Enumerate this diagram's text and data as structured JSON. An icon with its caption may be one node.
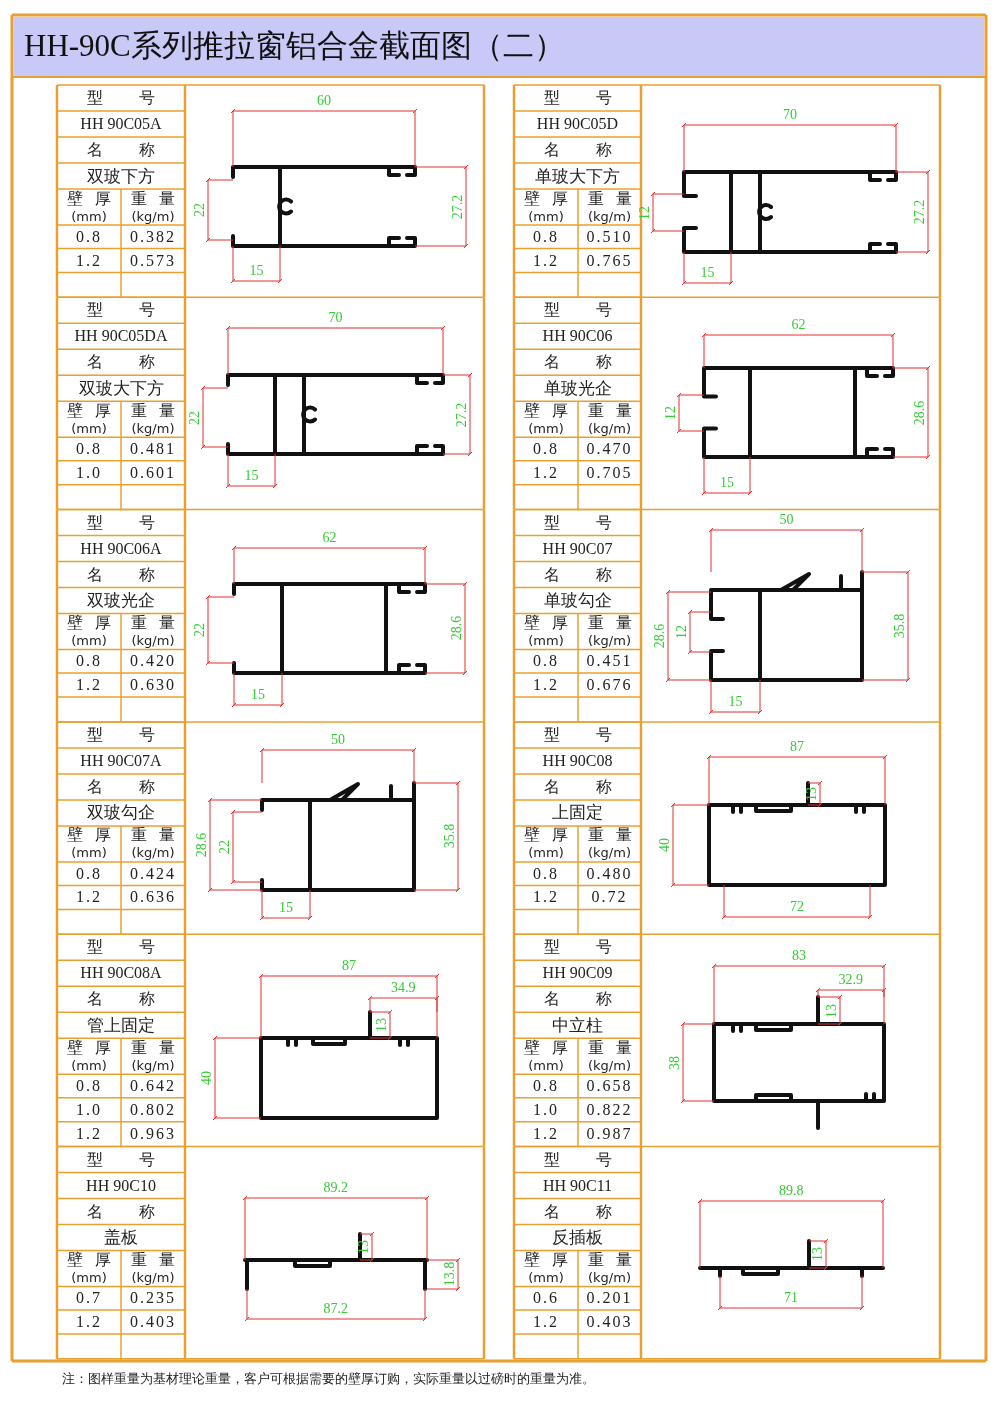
{
  "diagram": {
    "title": "HH-90C系列推拉窗铝合金截面图（二）",
    "caption": "注：图样重量为基材理论重量，客户可根据需要的壁厚订购，实际重量以过磅时的重量为准。",
    "labels": [
      "型号",
      "HH 90C05A",
      "名称",
      "双玻下方",
      "壁厚",
      "(mm)",
      "重量",
      "(kg/m)",
      "0.8",
      "0.382",
      "1.2",
      "0.573",
      "60",
      "22",
      "27.2",
      "15",
      "型号",
      "HH 90C05D",
      "名称",
      "单玻大下方",
      "壁厚",
      "(mm)",
      "重量",
      "(kg/m)",
      "0.8",
      "0.510",
      "1.2",
      "0.765",
      "70",
      "12",
      "27.2",
      "15",
      "型号",
      "HH 90C05DA",
      "名称",
      "双玻大下方",
      "壁厚",
      "(mm)",
      "重量",
      "(kg/m)",
      "0.8",
      "0.481",
      "1.0",
      "0.601",
      "70",
      "22",
      "27.2",
      "15",
      "型号",
      "HH 90C06",
      "名称",
      "单玻光企",
      "壁厚",
      "(mm)",
      "重量",
      "(kg/m)",
      "0.8",
      "0.470",
      "1.2",
      "0.705",
      "62",
      "12",
      "28.6",
      "15",
      "型号",
      "HH 90C06A",
      "名称",
      "双玻光企",
      "壁厚",
      "(mm)",
      "重量",
      "(kg/m)",
      "0.8",
      "0.420",
      "1.2",
      "0.630",
      "62",
      "22",
      "28.6",
      "15",
      "型号",
      "HH 90C07",
      "名称",
      "单玻勾企",
      "壁厚",
      "(mm)",
      "重量",
      "(kg/m)",
      "0.8",
      "0.451",
      "1.2",
      "0.676",
      "50",
      "28.6",
      "12",
      "35.8",
      "15",
      "型号",
      "HH 90C07A",
      "名称",
      "双玻勾企",
      "壁厚",
      "(mm)",
      "重量",
      "(kg/m)",
      "0.8",
      "0.424",
      "1.2",
      "0.636",
      "50",
      "28.6",
      "22",
      "35.8",
      "15",
      "型号",
      "HH 90C08",
      "名称",
      "上固定",
      "壁厚",
      "(mm)",
      "重量",
      "(kg/m)",
      "0.8",
      "0.480",
      "1.2",
      "0.72",
      "87",
      "13",
      "40",
      "72",
      "型号",
      "HH 90C08A",
      "名称",
      "管上固定",
      "壁厚",
      "(mm)",
      "重量",
      "(kg/m)",
      "0.8",
      "0.642",
      "1.0",
      "0.802",
      "1.2",
      "0.963",
      "87",
      "34.9",
      "13",
      "40",
      "型号",
      "HH 90C09",
      "名称",
      "中立柱",
      "壁厚",
      "(mm)",
      "重量",
      "(kg/m)",
      "0.8",
      "0.658",
      "1.0",
      "0.822",
      "1.2",
      "0.987",
      "83",
      "32.9",
      "13",
      "38",
      "型号",
      "HH 90C10",
      "名称",
      "盖板",
      "壁厚",
      "(mm)",
      "重量",
      "(kg/m)",
      "0.7",
      "0.235",
      "1.2",
      "0.403",
      "89.2",
      "13",
      "13.8",
      "87.2",
      "型号",
      "HH 90C11",
      "名称",
      "反插板",
      "壁厚",
      "(mm)",
      "重量",
      "(kg/m)",
      "0.6",
      "0.201",
      "1.2",
      "0.403",
      "89.8",
      "13",
      "71"
    ]
  }
}
